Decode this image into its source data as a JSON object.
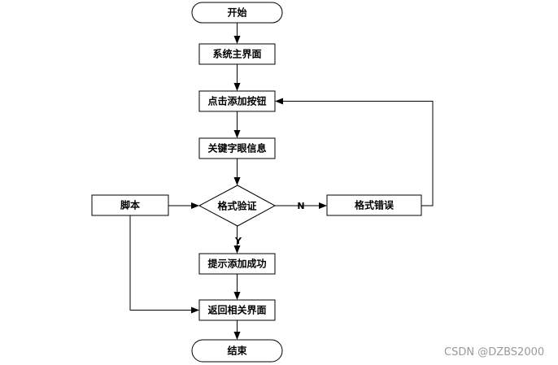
{
  "diagram": {
    "nodes": {
      "start": "开始",
      "main_ui": "系统主界面",
      "click_add": "点击添加按钮",
      "keyword_info": "关键字眼信息",
      "format_check": "格式验证",
      "format_error": "格式错误",
      "script": "脚本",
      "add_success": "提示添加成功",
      "return_page": "返回相关界面",
      "end": "结束"
    },
    "edges": {
      "no": "N",
      "yes": "Y"
    }
  },
  "watermark": "CSDN @DZBS2000"
}
